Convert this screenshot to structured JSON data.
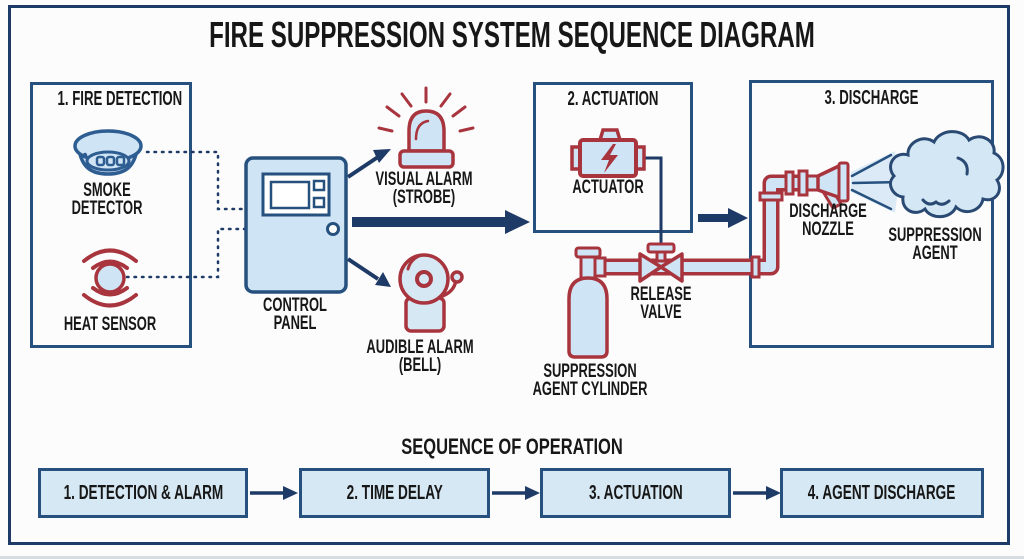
{
  "title": "FIRE SUPPRESSION SYSTEM SEQUENCE DIAGRAM",
  "sections": {
    "fire_detection": {
      "label": "1. FIRE DETECTION"
    },
    "actuation": {
      "label": "2. ACTUATION"
    },
    "discharge": {
      "label": "3. DISCHARGE"
    }
  },
  "components": {
    "smoke_detector": "SMOKE DETECTOR",
    "heat_sensor": "HEAT SENSOR",
    "control_panel": "CONTROL PANEL",
    "visual_alarm": "VISUAL ALARM (STROBE)",
    "audible_alarm": "AUDIBLE ALARM (BELL)",
    "actuator": "ACTUATOR",
    "release_valve": "RELEASE VALVE",
    "suppression_agent_cylinder": "SUPPRESSION AGENT CYLINDER",
    "discharge_nozzle": "DISCHARGE NOZZLE",
    "suppression_agent": "SUPPRESSION AGENT"
  },
  "sequence": {
    "title": "SEQUENCE OF OPERATION",
    "steps": [
      {
        "label": "1. DETECTION & ALARM"
      },
      {
        "label": "2. TIME DELAY"
      },
      {
        "label": "3. ACTUATION"
      },
      {
        "label": "4. AGENT DISCHARGE"
      }
    ]
  },
  "icons": {
    "smoke_detector": "smoke-detector-icon",
    "heat_sensor": "heat-sensor-icon",
    "control_panel": "control-panel-icon",
    "visual_alarm": "strobe-light-icon",
    "audible_alarm": "bell-icon",
    "actuator": "actuator-motor-icon",
    "lightning": "lightning-bolt-icon",
    "cylinder": "gas-cylinder-icon",
    "release_valve": "valve-icon",
    "nozzle": "discharge-nozzle-icon",
    "cloud": "agent-cloud-icon"
  },
  "colors": {
    "navy_arrow": "#1e3a66",
    "section_border": "#26507e",
    "icon_blue": "#2e5d92",
    "red": "#a8353e",
    "light_blue_fill": "#cfe4f4",
    "sequence_box_fill": "#d6e8f4",
    "text": "#171717",
    "background": "#fcfcfc"
  }
}
